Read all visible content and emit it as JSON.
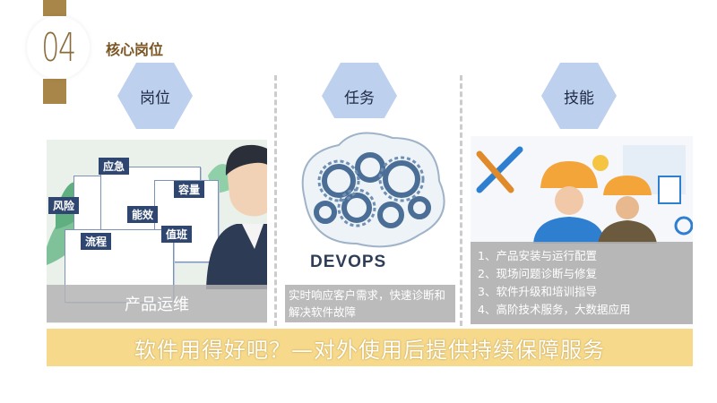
{
  "header": {
    "number": "04",
    "title": "核心岗位"
  },
  "columns": [
    {
      "hex_label": "岗位",
      "caption": "产品运维",
      "illustration_tags": [
        "应急",
        "容量",
        "风险",
        "能效",
        "流程",
        "值班"
      ]
    },
    {
      "hex_label": "任务",
      "caption": "实时响应客户需求，快速诊断和解决软件故障",
      "illustration_text": "DEVOPS"
    },
    {
      "hex_label": "技能",
      "caption_lines": [
        "1、产品安装与运行配置",
        "2、现场问题诊断与修复",
        "3、软件升级和培训指导",
        "4、高阶技术服务，大数据应用"
      ]
    }
  ],
  "banner": {
    "text": "软件用得好吧？—对外使用后提供持续保障服务"
  },
  "colors": {
    "gold": "#a8864a",
    "hex": "#bdd0ee",
    "banner": "#f6d98b",
    "caption_gray": "#b4b4b4"
  }
}
